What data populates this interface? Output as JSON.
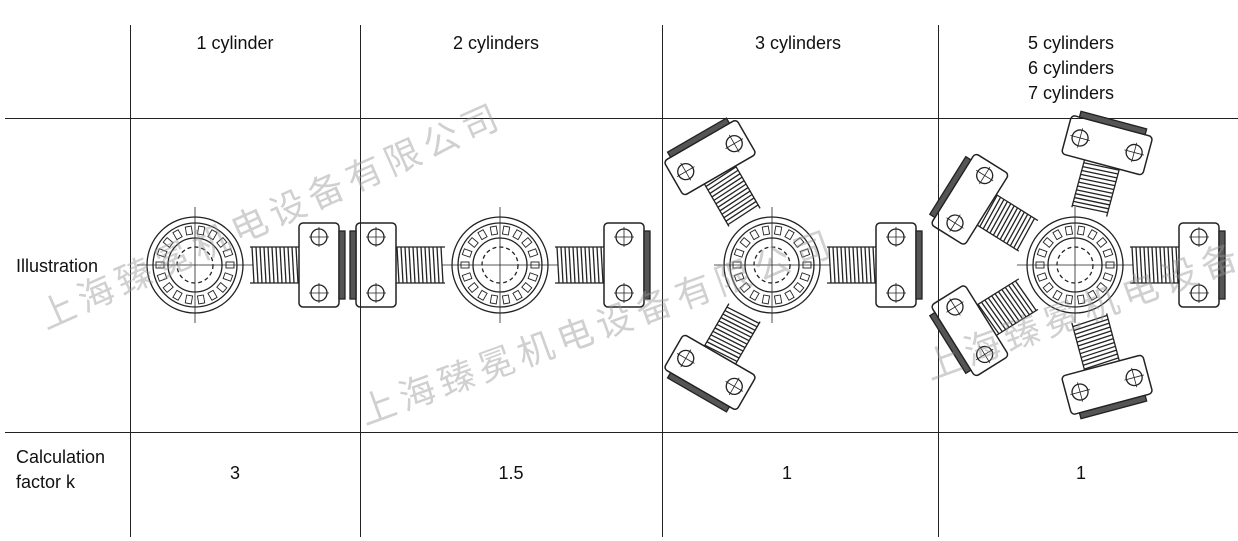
{
  "table": {
    "headers": [
      "1 cylinder",
      "2 cylinders",
      "3 cylinders",
      [
        "5 cylinders",
        "6 cylinders",
        "7 cylinders"
      ]
    ],
    "row_labels": {
      "illustration": "Illustration",
      "factor_line1": "Calculation",
      "factor_line2": "factor k"
    },
    "factors": [
      "3",
      "1.5",
      "1",
      "1"
    ],
    "cylinder_counts_drawn": [
      1,
      2,
      3,
      5
    ]
  },
  "watermark": "上海臻冕机电设备有限公司",
  "colors": {
    "line": "#222222",
    "watermark": "#969696"
  }
}
